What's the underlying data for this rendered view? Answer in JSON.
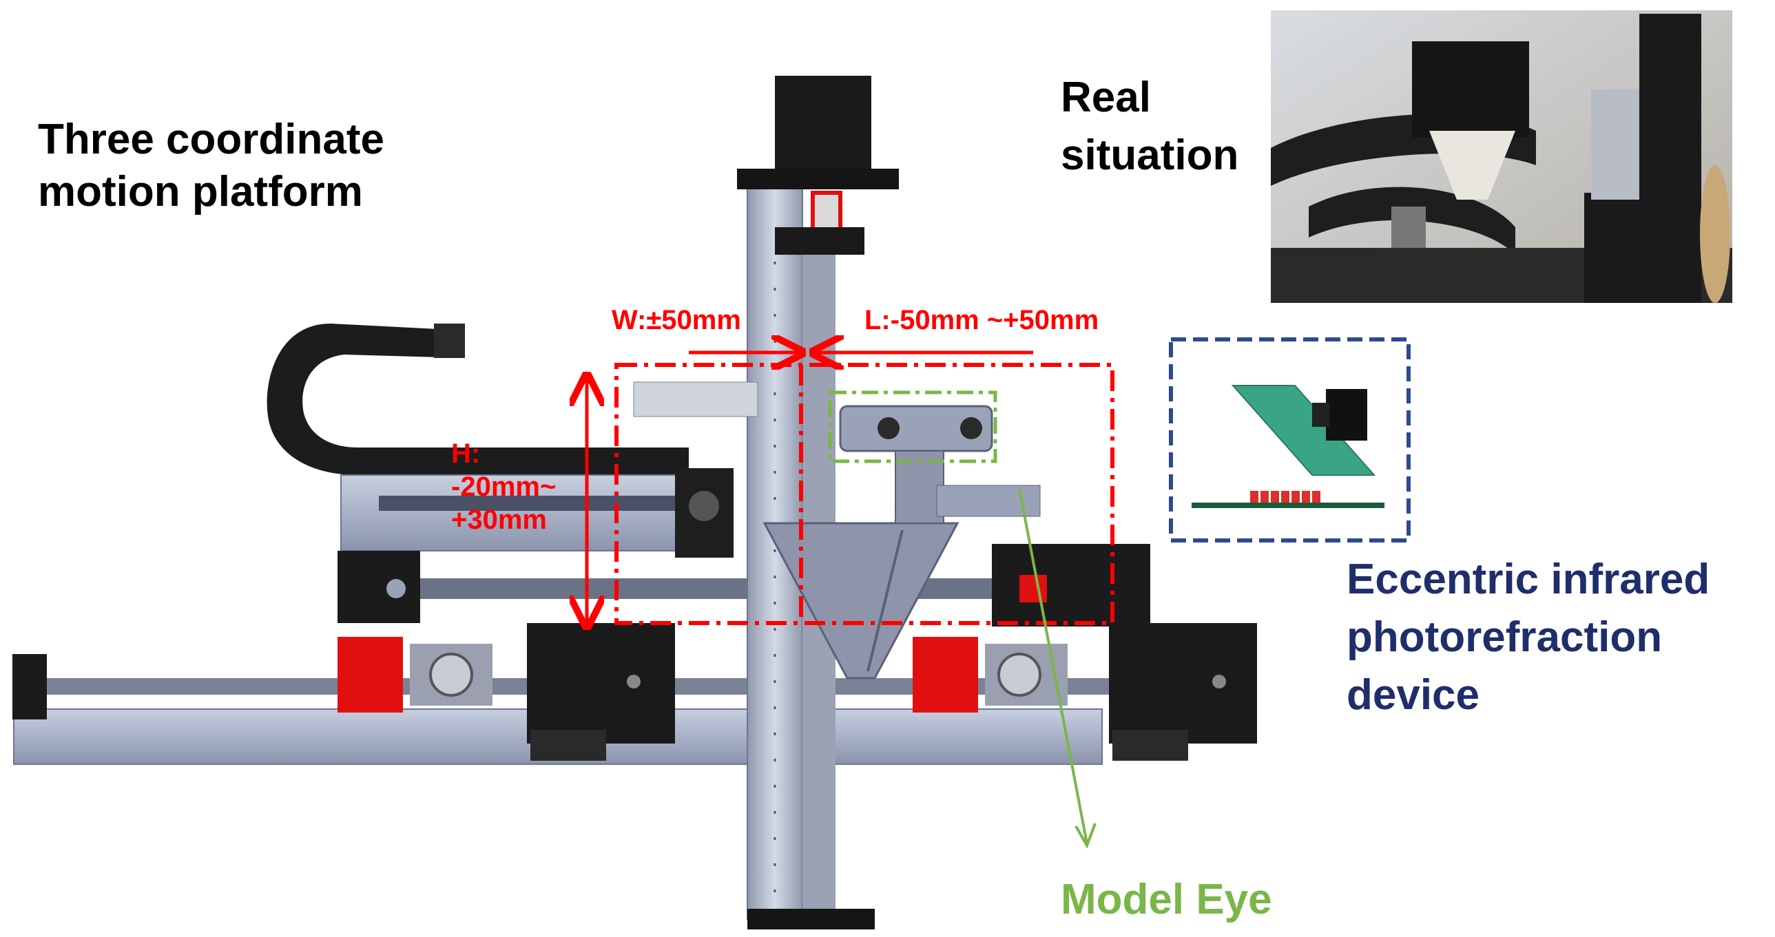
{
  "title": {
    "line1": "Three coordinate",
    "line2": "motion platform"
  },
  "photo_label": {
    "line1": "Real",
    "line2": "situation"
  },
  "dimensions": {
    "w": "W:±50mm",
    "l": "L:-50mm ~+50mm",
    "h_line1": "H:",
    "h_line2": "-20mm~",
    "h_line3": "+30mm"
  },
  "device_label": {
    "line1": "Eccentric infrared",
    "line2": "photorefraction",
    "line3": "device"
  },
  "eye_label": "Model Eye",
  "colors": {
    "dimension_red": "#ff0000",
    "device_blue": "#1f2e6b",
    "device_box": "#2e4a8e",
    "eye_green": "#7ab648",
    "metal_gray": "#aab3c8",
    "motor_black": "#1a1a1a",
    "coupling_red": "#e01010"
  },
  "icons": [
    "platform-render",
    "real-photo",
    "camera-icon",
    "eye-arrow"
  ]
}
